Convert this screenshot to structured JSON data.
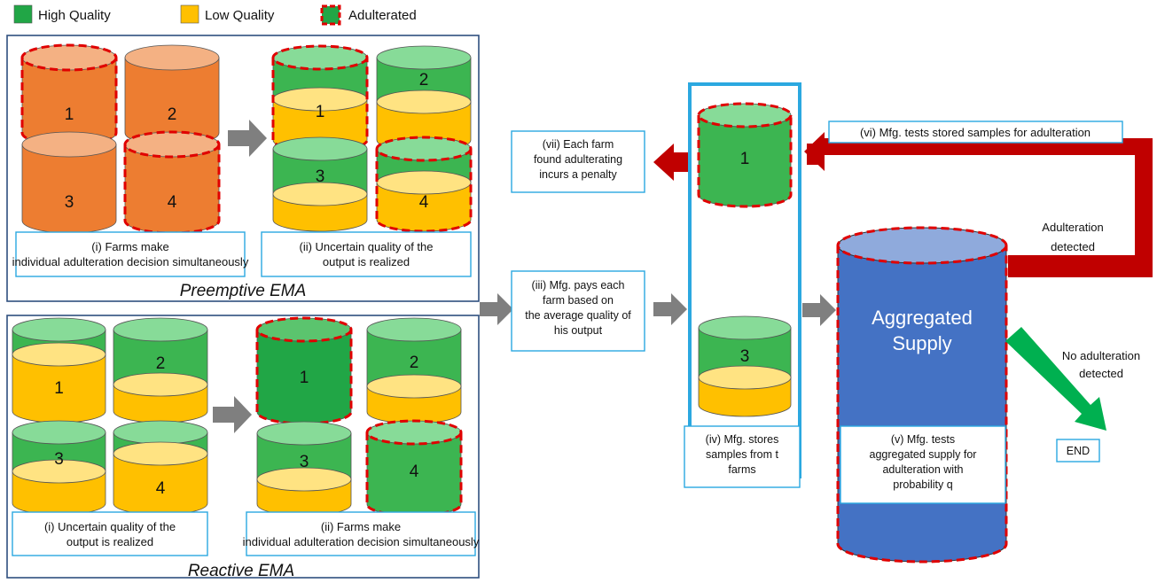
{
  "legend": {
    "high_quality": "High Quality",
    "low_quality": "Low Quality",
    "adulterated": "Adulterated"
  },
  "colors": {
    "orange": "#ED7D31",
    "orange_top": "#F4B183",
    "green": "#3CB551",
    "green_top": "#87DB98",
    "green_dark": "#21A646",
    "yellow": "#FFC000",
    "yellow_top": "#FFE382",
    "blue": "#4472C4",
    "blue_top": "#8FAADC",
    "red_dash": "#E00000",
    "panel_border": "#2F4F7F",
    "box_border": "#2BA8E0",
    "arrow_gray": "#7F7F7F",
    "arrow_red": "#C00000",
    "arrow_green": "#00B050"
  },
  "preemptive": {
    "title": "Preemptive EMA",
    "left_caption": "(i) Farms make individual adulteration decision simultaneously",
    "right_caption": "(ii) Uncertain quality of the output is realized",
    "farms": [
      "1",
      "2",
      "3",
      "4"
    ]
  },
  "reactive": {
    "title": "Reactive EMA",
    "left_caption": "(i) Uncertain quality of the output is realized",
    "right_caption": "(ii) Farms make individual adulteration decision simultaneously",
    "farms": [
      "1",
      "2",
      "3",
      "4"
    ]
  },
  "steps": {
    "iii": "(iii) Mfg. pays each farm based on the average quality of his output",
    "iv": "(iv) Mfg. stores samples from t farms",
    "v": "(v) Mfg. tests aggregated supply for adulteration with probability q",
    "vi": "(vi) Mfg. tests stored samples for adulteration",
    "vii": "(vii) Each farm found adulterating incurs a penalty"
  },
  "samples": [
    "1",
    "3"
  ],
  "aggregated": "Aggregated Supply",
  "adulteration_detected": "Adulteration detected",
  "no_adulteration_detected": "No adulteration detected",
  "end": "END"
}
